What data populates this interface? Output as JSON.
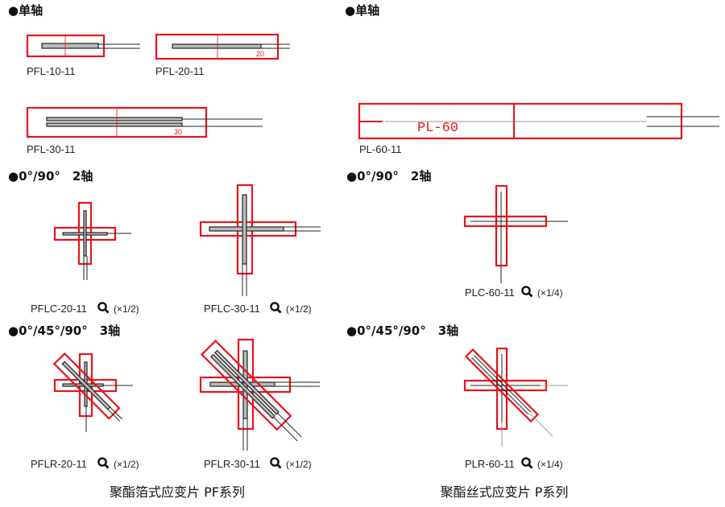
{
  "left": {
    "sections": [
      {
        "heading": "●单轴"
      },
      {
        "heading": "●0°/90°　2轴"
      },
      {
        "heading": "●0°/45°/90°　3轴"
      }
    ],
    "gauges": {
      "pfl10": {
        "label": "PFL-10-11"
      },
      "pfl20": {
        "label": "PFL-20-11",
        "marking": "20"
      },
      "pfl30": {
        "label": "PFL-30-11",
        "marking": "30"
      },
      "pflc20": {
        "label": "PFLC-20-11",
        "scale": "(×1/2)"
      },
      "pflc30": {
        "label": "PFLC-30-11",
        "scale": "(×1/2)"
      },
      "pflr20": {
        "label": "PFLR-20-11",
        "scale": "(×1/2)"
      },
      "pflr30": {
        "label": "PFLR-30-11",
        "scale": "(×1/2)"
      }
    },
    "caption": "聚酯箔式应变片 PF系列"
  },
  "right": {
    "sections": [
      {
        "heading": "●单轴"
      },
      {
        "heading": "●0°/90°　2轴"
      },
      {
        "heading": "●0°/45°/90°　3轴"
      }
    ],
    "gauges": {
      "pl60": {
        "label": "PL-60-11",
        "marking": "PL-60"
      },
      "plc60": {
        "label": "PLC-60-11",
        "scale": "(×1/4)"
      },
      "plr60": {
        "label": "PLR-60-11",
        "scale": "(×1/4)"
      }
    },
    "caption": "聚酯丝式应变片 P系列"
  },
  "colors": {
    "outline": "#e8141c",
    "text": "#222222"
  }
}
